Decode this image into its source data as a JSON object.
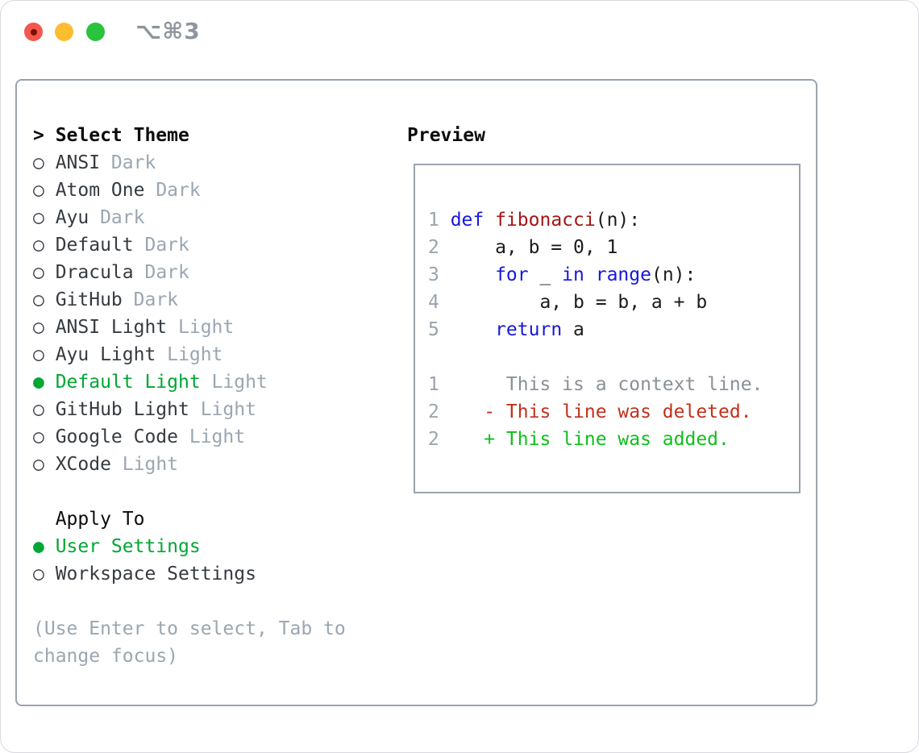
{
  "window": {
    "titlebar": {
      "shortcut": "⌥⌘3"
    }
  },
  "theme_picker": {
    "header": {
      "cursor": ">",
      "label": "Select Theme"
    },
    "items": [
      {
        "name": "ANSI",
        "variant": "Dark",
        "selected": false
      },
      {
        "name": "Atom One",
        "variant": "Dark",
        "selected": false
      },
      {
        "name": "Ayu",
        "variant": "Dark",
        "selected": false
      },
      {
        "name": "Default",
        "variant": "Dark",
        "selected": false
      },
      {
        "name": "Dracula",
        "variant": "Dark",
        "selected": false
      },
      {
        "name": "GitHub",
        "variant": "Dark",
        "selected": false
      },
      {
        "name": "ANSI Light",
        "variant": "Light",
        "selected": false
      },
      {
        "name": "Ayu Light",
        "variant": "Light",
        "selected": false
      },
      {
        "name": "Default Light",
        "variant": "Light",
        "selected": true
      },
      {
        "name": "GitHub Light",
        "variant": "Light",
        "selected": false
      },
      {
        "name": "Google Code",
        "variant": "Light",
        "selected": false
      },
      {
        "name": "XCode",
        "variant": "Light",
        "selected": false
      }
    ],
    "apply_to": {
      "label": "Apply To",
      "options": [
        {
          "name": "User Settings",
          "selected": true
        },
        {
          "name": "Workspace Settings",
          "selected": false
        }
      ]
    },
    "hint": "(Use Enter to select, Tab to change focus)"
  },
  "preview": {
    "label": "Preview",
    "code_lines": [
      {
        "number": "1",
        "tokens": [
          {
            "t": "def",
            "c": "kw"
          },
          {
            "t": " "
          },
          {
            "t": "fibonacci",
            "c": "fn"
          },
          {
            "t": "(n):"
          }
        ]
      },
      {
        "number": "2",
        "tokens": [
          {
            "t": "    a, b = 0, 1"
          }
        ]
      },
      {
        "number": "3",
        "tokens": [
          {
            "t": "    "
          },
          {
            "t": "for",
            "c": "kw"
          },
          {
            "t": " _ "
          },
          {
            "t": "in",
            "c": "kw"
          },
          {
            "t": " "
          },
          {
            "t": "range",
            "c": "kw"
          },
          {
            "t": "(n):"
          }
        ]
      },
      {
        "number": "4",
        "tokens": [
          {
            "t": "        a, b = b, a + b"
          }
        ]
      },
      {
        "number": "5",
        "tokens": [
          {
            "t": "    "
          },
          {
            "t": "return",
            "c": "kw"
          },
          {
            "t": " a"
          }
        ]
      },
      {
        "number": "",
        "tokens": []
      },
      {
        "number": "1",
        "tokens": [
          {
            "t": "     This is a context line.",
            "c": "ctx"
          }
        ]
      },
      {
        "number": "2",
        "tokens": [
          {
            "t": "   - This line was deleted.",
            "c": "del"
          }
        ]
      },
      {
        "number": "2",
        "tokens": [
          {
            "t": "   + This line was added.",
            "c": "add"
          }
        ]
      }
    ]
  },
  "colors": {
    "selection_green": "#00a733",
    "keyword_blue": "#1717dd",
    "function_red": "#a31515",
    "diff_deleted_red": "#c2301c",
    "diff_added_green": "#10bf1d",
    "muted_gray": "#9aa6b2",
    "panel_border": "#9aa3ae",
    "traffic_red": "#f4574e",
    "traffic_yellow": "#fcbd2f",
    "traffic_green": "#29c33c"
  }
}
